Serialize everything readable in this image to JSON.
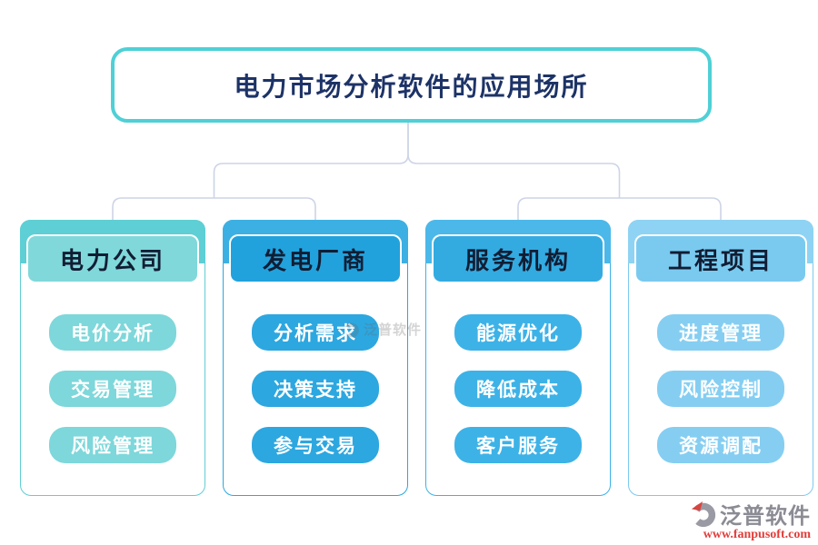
{
  "title": {
    "text": "电力市场分析软件的应用场所"
  },
  "columns": [
    {
      "title": "电力公司",
      "items": [
        "电价分析",
        "交易管理",
        "风险管理"
      ],
      "colors": {
        "band": "#5ecfd4",
        "fill": "#80d8da",
        "pill": "#7ed7da",
        "border": "#5ecfd4"
      }
    },
    {
      "title": "发电厂商",
      "items": [
        "分析需求",
        "决策支持",
        "参与交易"
      ],
      "colors": {
        "band": "#3cb0e3",
        "fill": "#21a2dd",
        "pill": "#2ca7e0",
        "border": "#2ca7e0"
      }
    },
    {
      "title": "服务机构",
      "items": [
        "能源优化",
        "降低成本",
        "客户服务"
      ],
      "colors": {
        "band": "#4bb8e9",
        "fill": "#33abe1",
        "pill": "#3db2e7",
        "border": "#3db2e7"
      }
    },
    {
      "title": "工程项目",
      "items": [
        "进度管理",
        "风险控制",
        "资源调配"
      ],
      "colors": {
        "band": "#8ed3f3",
        "fill": "#7acaf0",
        "pill": "#85cef2",
        "border": "#7acaf0"
      }
    }
  ],
  "watermark_center": {
    "text": "泛普软件"
  },
  "branding": {
    "name": "泛普软件",
    "url": "www.fanpusoft.com",
    "logo": "fanpu-logo",
    "name_color": "#8b8b94",
    "url_color": "#e23d3a"
  },
  "palette": {
    "title_border": "#4ed0d6",
    "title_text": "#1d3367",
    "header_text": "#111d33",
    "connector": "#cdd4e6"
  }
}
